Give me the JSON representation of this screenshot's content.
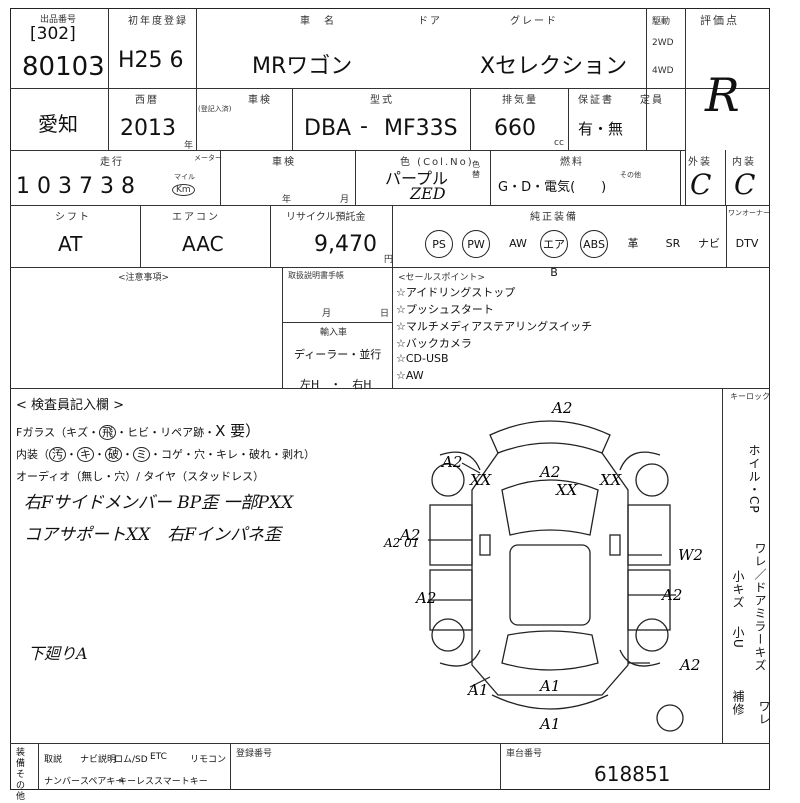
{
  "header": {
    "exhibit_label": "出品番号",
    "exhibit_code": "[302]",
    "exhibit_number": "80103",
    "first_reg_label": "初年度登録",
    "first_reg": "H25 6",
    "car_name_label": "車　名",
    "car_name": "MRワゴン",
    "door_label": "ドア",
    "grade_label": "グレード",
    "grade": "Xセレクション",
    "drive_label": "駆動",
    "drive_2wd": "2WD",
    "drive_4wd": "4WD",
    "eval_label": "評価点",
    "eval_score": "R"
  },
  "row2": {
    "year_label": "西暦",
    "year": "2013",
    "year_unit": "年",
    "inspection_label": "車検",
    "inspection_sub": "(登記入済)",
    "model_label": "型式",
    "model_prefix": "DBA",
    "model_dash": "-",
    "model": "MF33S",
    "displacement_label": "排気量",
    "displacement": "660",
    "displacement_unit": "cc",
    "warranty_label": "保証書",
    "warranty": "有・無",
    "capacity_label": "定員"
  },
  "row3": {
    "mileage_label": "走行",
    "mileage": "1 0 3  7 3 8",
    "mileage_unit_mile": "マイル",
    "mileage_unit_km": "Km",
    "meter_label": "メーター",
    "inspection2_label": "車検",
    "inspection_year": "年",
    "inspection_month": "月",
    "color_label": "色 (Col.No)",
    "color": "パープル",
    "color_code": "ZED",
    "color_change_label": "色替",
    "fuel_label": "燃料",
    "fuel": "G・D・電気(　　)",
    "fuel_other": "その他",
    "exterior_label": "外装",
    "exterior": "C",
    "interior_label": "内装",
    "interior": "C"
  },
  "row4": {
    "shift_label": "シフト",
    "shift": "AT",
    "aircon_label": "エアコン",
    "aircon": "AAC",
    "recycle_label": "リサイクル預託金",
    "recycle": "9,470",
    "recycle_unit": "円",
    "equipment_label": "純正装備",
    "options": [
      "PS",
      "PW",
      "AW",
      "エアB",
      "ABS",
      "革",
      "SR",
      "ナビ",
      "DTV"
    ],
    "circled_options": [
      "PS",
      "PW",
      "エアB",
      "ABS"
    ],
    "key_label": "ワンオーナー"
  },
  "notes": {
    "remarks_label": "<注意事項>",
    "record_label": "取扱説明書手帳",
    "month_label": "月",
    "day_label": "日",
    "import_label": "輸入車",
    "import_value": "ディーラー・並行",
    "steering_value": "左H　・　右H",
    "sale_points_label": "<セールスポイント>",
    "sale_points": [
      "☆アイドリングストップ",
      "☆プッシュスタート",
      "☆マルチメディアステアリングスイッチ",
      "☆バックカメラ",
      "☆CD-USB",
      "☆AW"
    ]
  },
  "inspection": {
    "title": "< 検査員記入欄 >",
    "glass_line": "Fガラス（キズ・",
    "glass_line_b": "・ヒビ・リペア跡・",
    "glass_circled": "飛",
    "glass_required": "X 要）",
    "interior_line": "内装（",
    "interior_items": [
      "汚",
      "キ",
      "破",
      "ミ"
    ],
    "interior_rest": "・コゲ・穴・キレ・破れ・剥れ）",
    "audio_line": "オーディオ（無し・穴）/ タイヤ（スタッドレス）",
    "handwritten_1": "右Fサイドメンバー BP歪 一部PXX",
    "handwritten_2": "コアサポートXX　右Fインパネ歪",
    "handwritten_3": "下廻りA",
    "key_label": "キーロック",
    "side_text_1": "ホイル・CP",
    "side_text_2": "ワレ／ドアミラーキズ",
    "side_text_3": "小キズ",
    "side_text_4": "小U",
    "side_text_5": "補修",
    "side_text_6": "ワレ"
  },
  "diagram": {
    "marks": [
      "A2",
      "A2",
      "XX",
      "A2",
      "XX",
      "XX",
      "A2",
      "A2",
      "W2",
      "A2",
      "A2",
      "A1",
      "A1",
      "A1"
    ],
    "side_label": "A2 01"
  },
  "footer": {
    "label_equip": "装備",
    "label_etc": "その他",
    "items_row1": [
      "取説",
      "ナビ説明",
      "ロム/SD",
      "ETC",
      "リモコン"
    ],
    "items_row2": [
      "ナンバー",
      "スペアキー",
      "キーレス",
      "スマートキー"
    ],
    "reg_number_label": "登録番号",
    "serial_label": "車台番号",
    "serial": "618851"
  }
}
